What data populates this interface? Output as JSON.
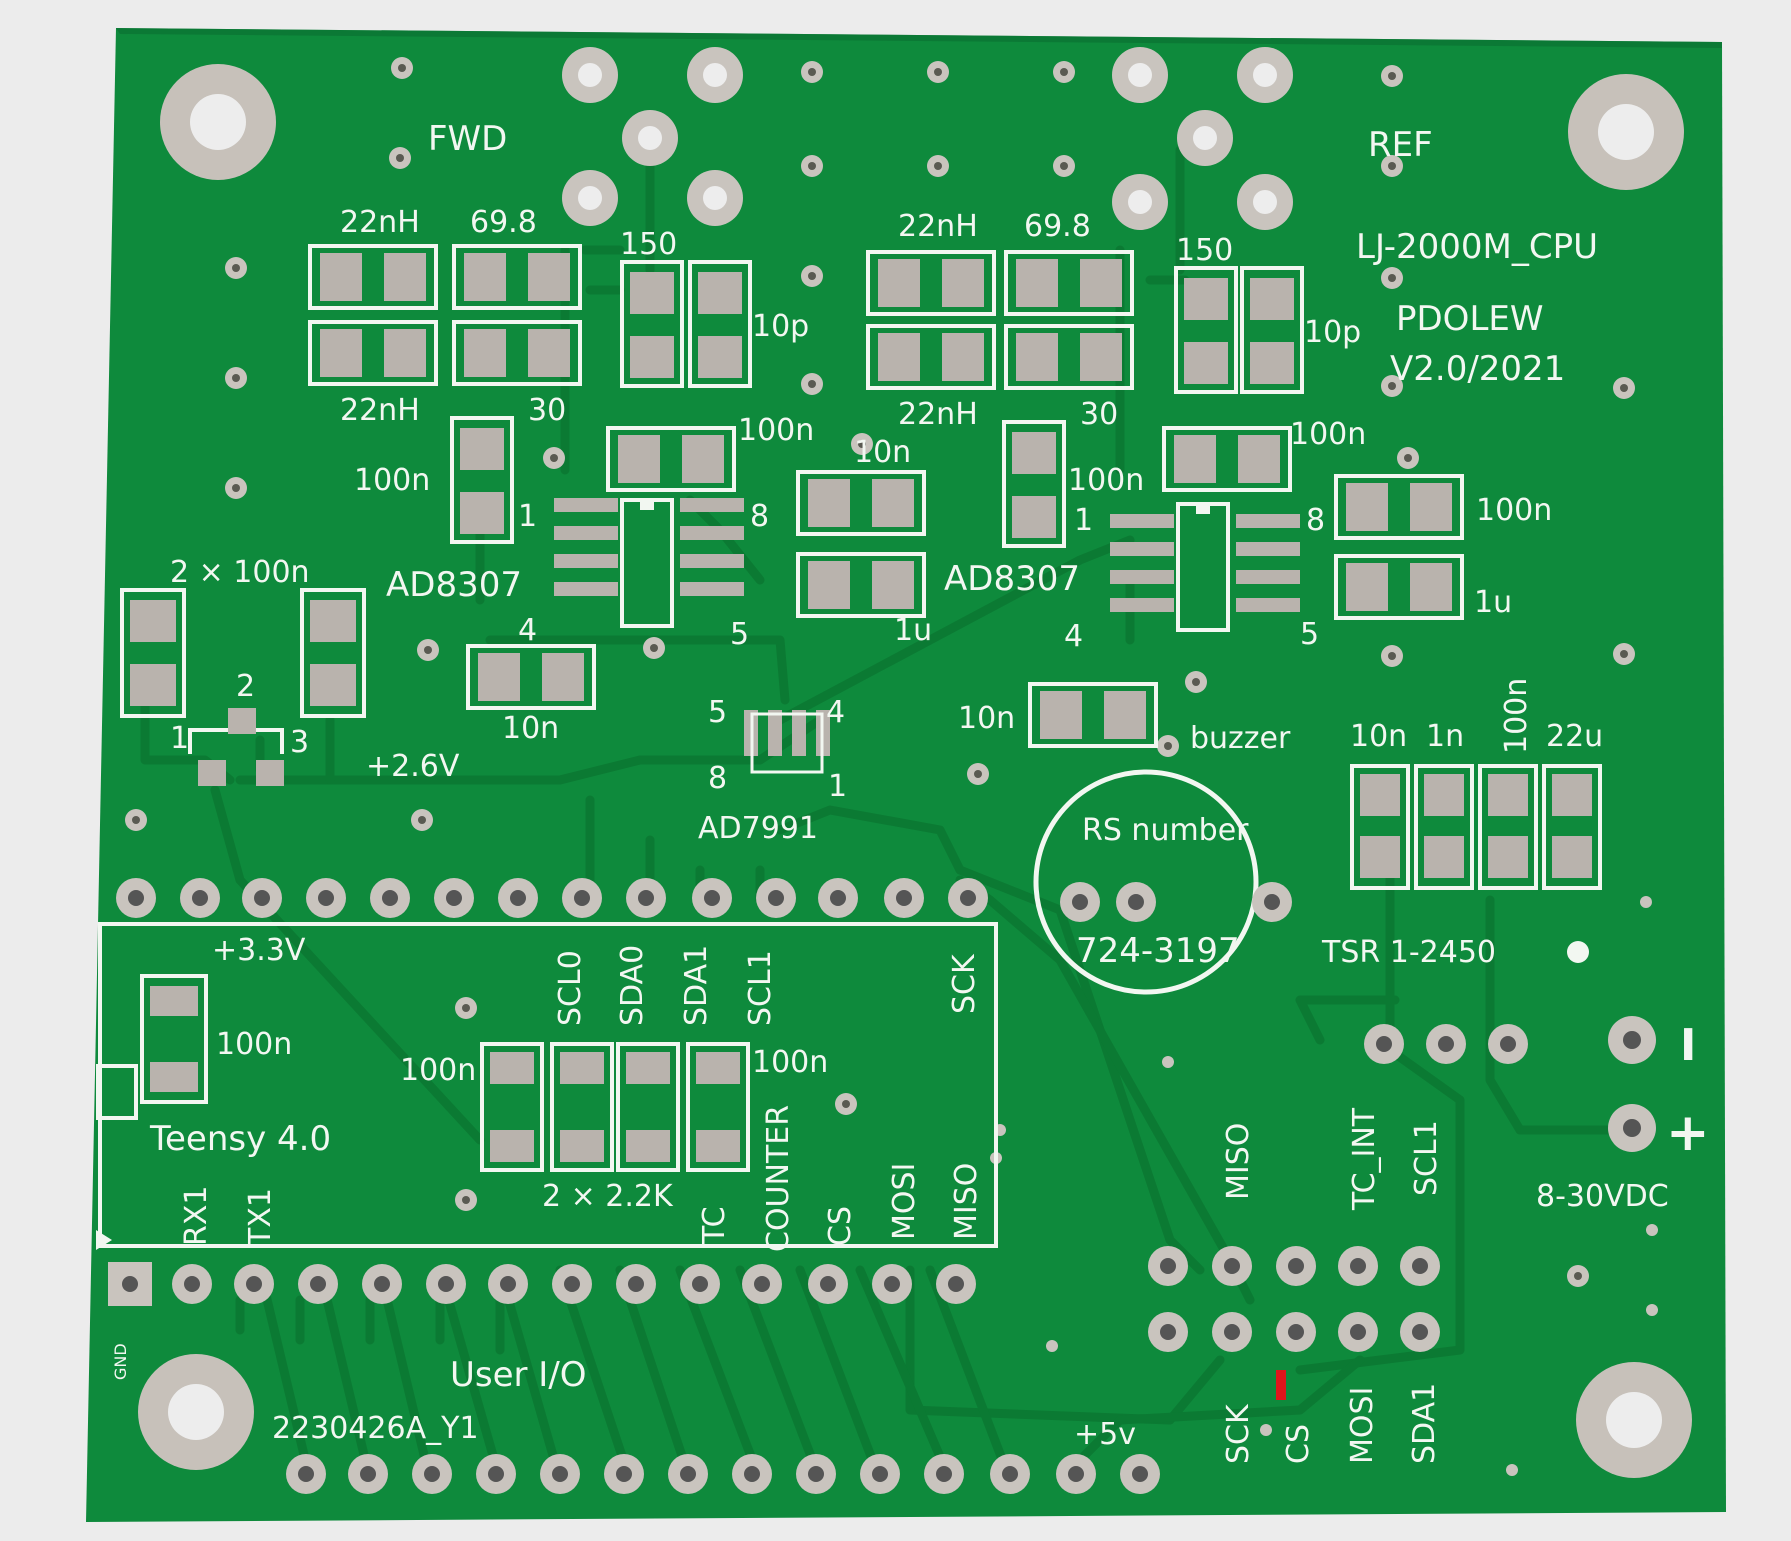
{
  "board": {
    "colors": {
      "solder_mask": "#0e8a3c",
      "trace": "#0b7a33",
      "silk": "#f2f7f1",
      "pad": "#b9b3ad",
      "background": "#ececec",
      "marker": "#e0141b"
    },
    "title": "LJ-2000M_CPU",
    "author": "PDOLEW",
    "version": "V2.0/2021",
    "lot_code": "2230426A_Y1",
    "gnd_label": "GND"
  },
  "rf": {
    "fwd": "FWD",
    "ref": "REF",
    "fwd_values": {
      "l1": "22nH",
      "r1": "69.8",
      "l2": "22nH",
      "r2": "30",
      "r3": "150",
      "c1": "10p",
      "c2": "100n",
      "c3": "100n",
      "c4": "10n",
      "c5": "1u"
    },
    "ref_values": {
      "l1": "22nH",
      "r1": "69.8",
      "l2": "22nH",
      "r2": "30",
      "r3": "150",
      "c1": "10p",
      "c2": "100n",
      "c3": "100n",
      "c4": "100n",
      "c5": "1u",
      "c6": "10n"
    },
    "ic_fwd": "AD8307",
    "ic_ref": "AD8307",
    "pin1": "1",
    "pin4": "4",
    "pin5": "5",
    "pin8": "8"
  },
  "power": {
    "caps_2x": "2 × 100n",
    "reg_pins": {
      "p1": "1",
      "p2": "2",
      "p3": "3"
    },
    "v26": "+2.6V",
    "v33": "+3.3V",
    "v5": "+5v",
    "supply": "8-30VDC",
    "minus": "I",
    "plus": "+"
  },
  "adc": {
    "name": "AD7991",
    "pins": {
      "p1": "1",
      "p4": "4",
      "p5": "5",
      "p8": "8"
    },
    "cap": "10n"
  },
  "buzzer": {
    "label": "buzzer",
    "cap": "10n",
    "circle_title": "RS number",
    "part_no": "724-3197"
  },
  "tsr": {
    "label": "TSR 1-2450",
    "caps": [
      "10n",
      "1n",
      "100n",
      "22u"
    ]
  },
  "teensy": {
    "name": "Teensy 4.0",
    "cap": "100n",
    "i2c_labels": [
      "SCL0",
      "SDA0",
      "SDA1",
      "SCL1"
    ],
    "sck": "SCK",
    "pullup_left": "100n",
    "pullup_right": "100n",
    "pullup_value": "2 × 2.2K",
    "bottom_labels": [
      "RX1",
      "TX1",
      "TC",
      "COUNTER",
      "CS",
      "MOSI",
      "MISO"
    ]
  },
  "header": {
    "top_labels": [
      "MISO",
      "TC_INT",
      "SCL1"
    ],
    "bottom_labels": [
      "SCK",
      "CS",
      "MOSI",
      "SDA1"
    ]
  },
  "user_io": "User I/O"
}
